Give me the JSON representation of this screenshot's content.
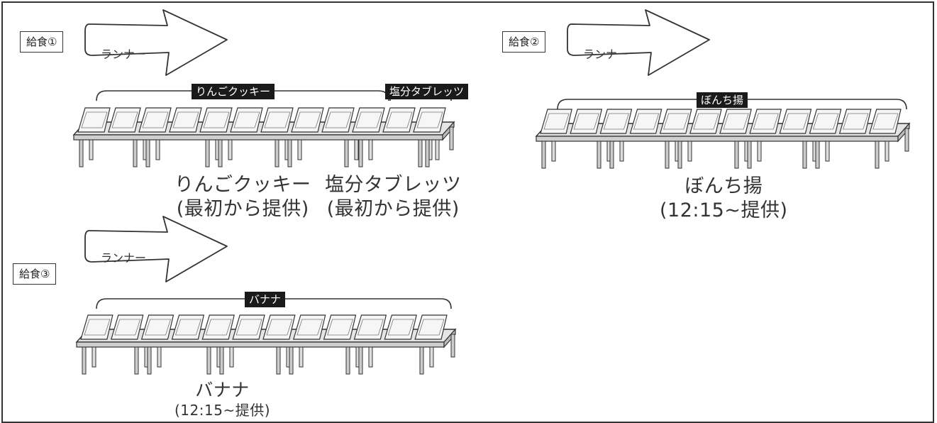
{
  "stations": [
    {
      "label": "給食①",
      "runner": "ランナー",
      "tags": [
        "りんごクッキー",
        "塩分タブレッツ"
      ],
      "captions": [
        {
          "name": "りんごクッキー",
          "timing": "(最初から提供)"
        },
        {
          "name": "塩分タブレッツ",
          "timing": "(最初から提供)"
        }
      ]
    },
    {
      "label": "給食②",
      "runner": "ランナー",
      "tags": [
        "ぼんち揚"
      ],
      "captions": [
        {
          "name": "ぼんち揚",
          "timing": "(12:15~提供)"
        }
      ]
    },
    {
      "label": "給食③",
      "runner": "ランナー",
      "tags": [
        "バナナ"
      ],
      "captions": [
        {
          "name": "バナナ",
          "timing": "(12:15~提供)"
        }
      ]
    }
  ]
}
